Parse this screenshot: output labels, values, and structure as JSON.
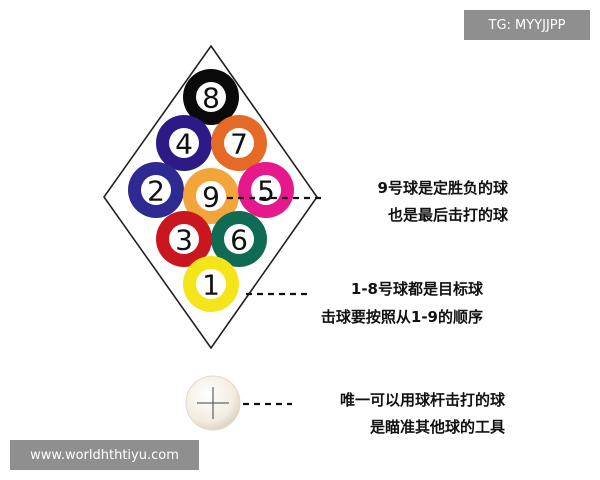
{
  "watermarks": {
    "top_right": "TG: MYYJJPP",
    "bottom_left": "www.worldhthtiyu.com"
  },
  "balls": [
    {
      "number": "8",
      "color": "#0a0a0a"
    },
    {
      "number": "4",
      "color": "#2e1a87"
    },
    {
      "number": "7",
      "color": "#e56a25"
    },
    {
      "number": "2",
      "color": "#2f2a92"
    },
    {
      "number": "9",
      "color": "#f2a53a"
    },
    {
      "number": "5",
      "color": "#e5198c"
    },
    {
      "number": "3",
      "color": "#c9161f"
    },
    {
      "number": "6",
      "color": "#0f6b54"
    },
    {
      "number": "1",
      "color": "#f4e51a"
    }
  ],
  "cue_ball": {
    "color": "#f3ecdf"
  },
  "annotations": [
    {
      "lines": [
        "9号球是定胜负的球",
        "也是最后击打的球"
      ]
    },
    {
      "lines": [
        "1-8号球都是目标球",
        "击球要按照从1-9的顺序"
      ]
    },
    {
      "lines": [
        "唯一可以用球杆击打的球",
        "是瞄准其他球的工具"
      ]
    }
  ]
}
